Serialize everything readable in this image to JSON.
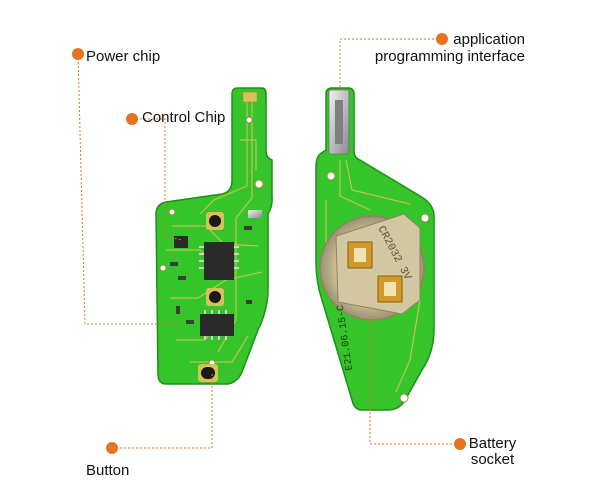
{
  "callouts": {
    "power_chip": "Power chip",
    "control_chip": "Control Chip",
    "button": "Button",
    "app_interface": {
      "line1": "application",
      "line2": "programming interface"
    },
    "battery_socket": {
      "line1": "Battery",
      "line2": "socket"
    }
  },
  "board_markings": {
    "date_code": "E21.06.15-C",
    "battery_marking": "CR2032 3V"
  },
  "colors": {
    "callout_dot": "#e8731f",
    "leader_line": "#e8731f",
    "pcb_green": "#35c42a",
    "pcb_edge": "#1f8f19",
    "trace": "#d7c25a",
    "chip": "#2a2a2a"
  }
}
